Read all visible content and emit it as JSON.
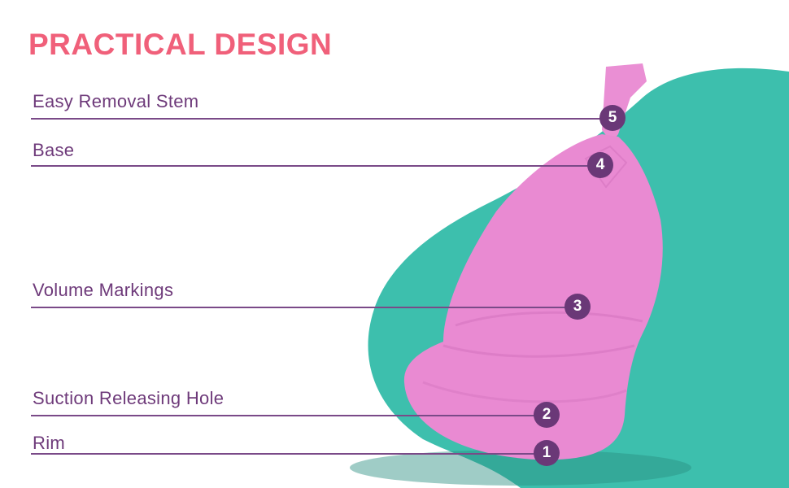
{
  "title": "PRACTICAL DESIGN",
  "colors": {
    "title": "#f0607a",
    "label": "#6e3a7a",
    "blob": "#3dbfad",
    "cup": "#e98ad2"
  },
  "callouts": [
    {
      "number": "5",
      "label": "Easy Removal Stem"
    },
    {
      "number": "4",
      "label": "Base"
    },
    {
      "number": "3",
      "label": "Volume Markings"
    },
    {
      "number": "2",
      "label": "Suction Releasing Hole"
    },
    {
      "number": "1",
      "label": "Rim"
    }
  ]
}
